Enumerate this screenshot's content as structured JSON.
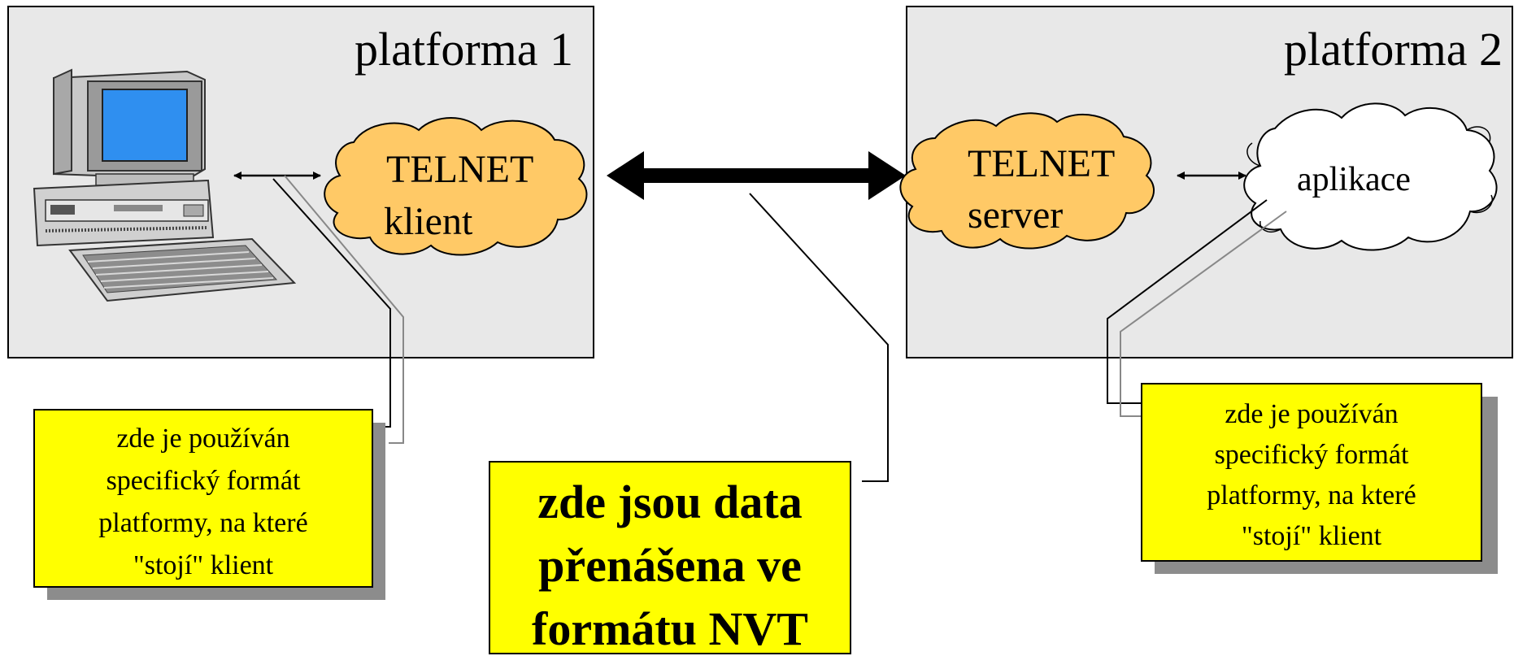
{
  "platform1": {
    "title": "platforma 1",
    "client": {
      "line1": "TELNET",
      "line2": "klient"
    }
  },
  "platform2": {
    "title": "platforma 2",
    "server": {
      "line1": "TELNET",
      "line2": "server"
    },
    "application": "aplikace"
  },
  "notes": {
    "left": [
      "zde je používán",
      "specifický formát",
      "platformy, na které",
      "\"stojí\" klient"
    ],
    "center": [
      "zde jsou data",
      "přenášena  ve",
      "formátu NVT"
    ],
    "right": [
      "zde je používán",
      "specifický formát",
      "platformy, na které",
      "\"stojí\" klient"
    ]
  },
  "colors": {
    "platform_bg": "#e8e8e8",
    "telnet_cloud": "#ffc966",
    "app_cloud": "#ffffff",
    "note_bg": "#ffff00",
    "note_shadow": "#8c8c8c"
  },
  "icons": [
    "computer-icon"
  ]
}
